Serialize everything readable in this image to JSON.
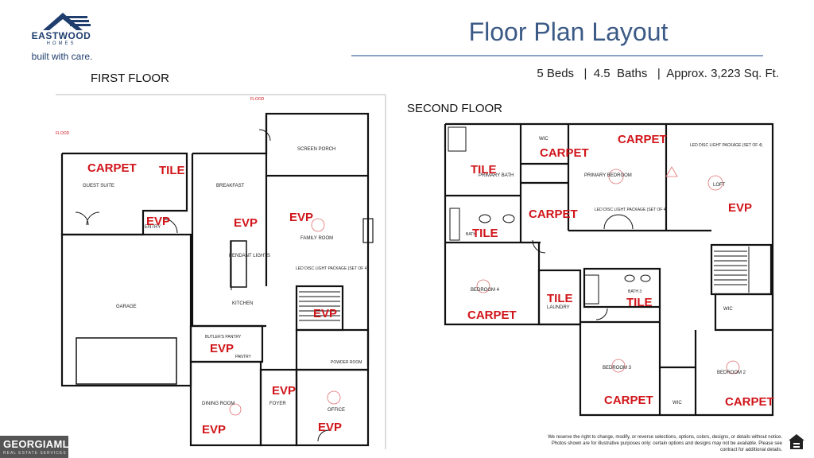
{
  "brand": {
    "name": "EASTWOOD",
    "sub": "HOMES",
    "tagline": "built with care.",
    "color": "#1f3e6e"
  },
  "header": {
    "title": "Floor Plan Layout",
    "specs": "5 Beds   |  4.5  Baths   |  Approx. 3,223 Sq. Ft."
  },
  "floors": {
    "first": "FIRST FLOOR",
    "second": "SECOND FLOOR"
  },
  "first_rooms": {
    "screen_porch": "SCREEN PORCH",
    "guest_suite": "GUEST SUITE",
    "breakfast": "BREAKFAST",
    "entry": "ENTRY",
    "family_room": "FAMILY ROOM",
    "garage": "GARAGE",
    "kitchen": "KITCHEN",
    "pendant_lights": "PENDANT LIGHTS",
    "led_pkg": "LED DISC LIGHT PACKAGE (SET OF 4)",
    "butlers_pantry": "BUTLER'S PANTRY",
    "pantry": "PANTRY",
    "powder_room": "POWDER ROOM",
    "dining_room": "DINING ROOM",
    "foyer": "FOYER",
    "office": "OFFICE",
    "flood1": "FLOOD",
    "flood2": "FLOOD"
  },
  "second_rooms": {
    "wic1": "WIC",
    "primary_bath": "PRIMARY BATH",
    "primary_bedroom": "PRIMARY BEDROOM",
    "led_pkg1": "LED DISC LIGHT PACKAGE (SET OF 4)",
    "led_pkg2": "LED DISC LIGHT PACKAGE (SET OF 4)",
    "loft": "LOFT",
    "bath": "BATH",
    "bedroom4": "BEDROOM 4",
    "laundry": "LAUNDRY",
    "bath3": "BATH 3",
    "wic2": "WIC",
    "bedroom3": "BEDROOM 3",
    "wic3": "WIC",
    "bedroom2": "BEDROOM 2"
  },
  "first_annotations": {
    "carpet": "CARPET",
    "tile": "TILE",
    "evp_entry": "EVP",
    "evp_kitchen": "EVP",
    "evp_family": "EVP",
    "evp_stairs": "EVP",
    "evp_butler": "EVP",
    "evp_foyer": "EVP",
    "evp_dining": "EVP",
    "evp_office": "EVP"
  },
  "second_annotations": {
    "carpet_primary": "CARPET",
    "carpet_wic": "CARPET",
    "carpet_mid": "CARPET",
    "tile_bath": "TILE",
    "tile_lower": "TILE",
    "evp_loft": "EVP",
    "carpet_bed4": "CARPET",
    "tile_laundry": "TILE",
    "tile_bath3": "TILE",
    "carpet_bed3": "CARPET",
    "carpet_bed2": "CARPET"
  },
  "footer": {
    "disclaimer1": "We reserve the right to change, modify, or reverse selections, options, colors, designs, or details without notice.",
    "disclaimer2": "Photos shown are for illustrative purposes only: certain options and designs may not be available. Please see",
    "disclaimer3": "contract for additional details.",
    "mls_name": "GEORGIAMLS",
    "mls_sub": "REAL ESTATE SERVICES"
  },
  "icons": {
    "logo": "house-roof-logo-icon",
    "equal_housing": "equal-housing-icon"
  },
  "colors": {
    "title": "#3b5a86",
    "annotation": "#d0151a"
  }
}
